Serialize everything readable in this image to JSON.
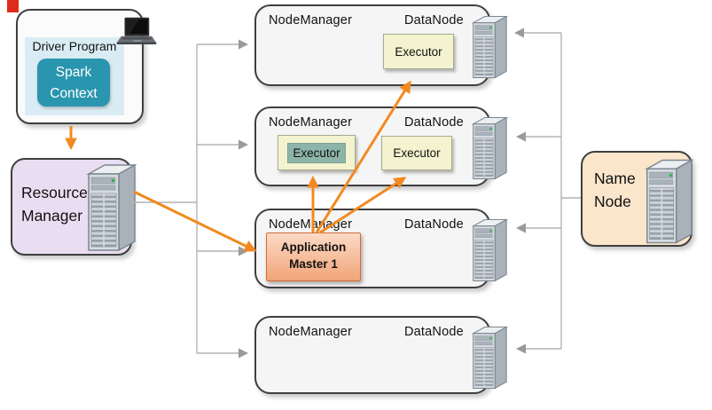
{
  "colors": {
    "accent_orange": "#f18a21",
    "driver_inner_bg": "#d9ecf4",
    "spark_bg": "#2a95ae",
    "resource_manager_bg": "#e9def1",
    "name_node_bg": "#fbe5cb",
    "executor_bg": "#f3f3cf",
    "executor_active_bg": "#8cb4a8",
    "app_master_bg_top": "#fcdac6",
    "app_master_bg_bottom": "#f2a478",
    "node_bg": "#f5f5f5",
    "connector_gray": "#b3b3b3"
  },
  "driver": {
    "title": "Driver Program",
    "spark_context": "Spark Context"
  },
  "resource_manager": {
    "label": "Resource Manager"
  },
  "name_node": {
    "label": "Name Node"
  },
  "node_managers": [
    {
      "label": "NodeManager",
      "datanode": "DataNode"
    },
    {
      "label": "NodeManager",
      "datanode": "DataNode"
    },
    {
      "label": "NodeManager",
      "datanode": "DataNode"
    },
    {
      "label": "NodeManager",
      "datanode": "DataNode"
    }
  ],
  "executors": {
    "node1": {
      "label": "Executor"
    },
    "node2_left": {
      "label": "Executor"
    },
    "node2_right": {
      "label": "Executor"
    }
  },
  "application_master": {
    "label": "Application Master 1"
  },
  "icons": {
    "laptop": "laptop-icon",
    "servers": "server-icon"
  }
}
